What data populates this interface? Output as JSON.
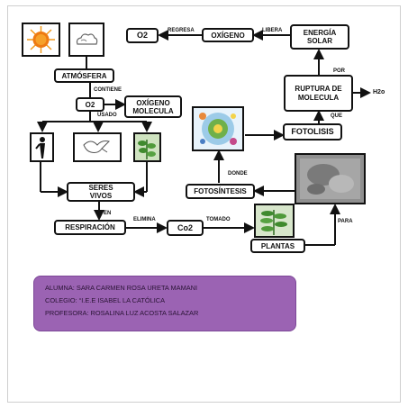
{
  "nodes": {
    "o2_top": "O2",
    "oxigeno": "OXÍGENO",
    "energia_solar": "ENERGÍA SOLAR",
    "atmosfera": "ATMÓSFERA",
    "o2_mid": "O2",
    "oxigeno_molecula": "OXÍGENO MOLECULA",
    "ruptura": "RUPTURA DE MOLECULA",
    "fotolisis": "FOTOLISIS",
    "seres_vivos": "SERES VIVOS",
    "fotosintesis": "FOTOSÍNTESIS",
    "respiracion": "RESPIRACIÓN",
    "co2": "Co2",
    "plantas": "PLANTAS"
  },
  "links": {
    "regresa": "REGRESA",
    "libera": "LIBERA",
    "contiene": "CONTIENE",
    "usado": "USADO",
    "por": "POR",
    "h2o": "H2o",
    "que": "QUE",
    "donde": "DONDE",
    "en": "EN",
    "elimina": "ELIMINA",
    "tomado": "TOMADO",
    "para": "PARA"
  },
  "credits": {
    "alumna": "ALUMNA: SARA CARMEN ROSA URETA MAMANI",
    "colegio": "COLEGIO: “I.E.E ISABEL LA CATÓLICA",
    "profesora": "PROFESORA: ROSALINA LUZ ACOSTA SALAZAR"
  },
  "colors": {
    "credits_bg": "#9b63b3",
    "sun": "#f29a1b",
    "plant": "#3f8a2e"
  }
}
